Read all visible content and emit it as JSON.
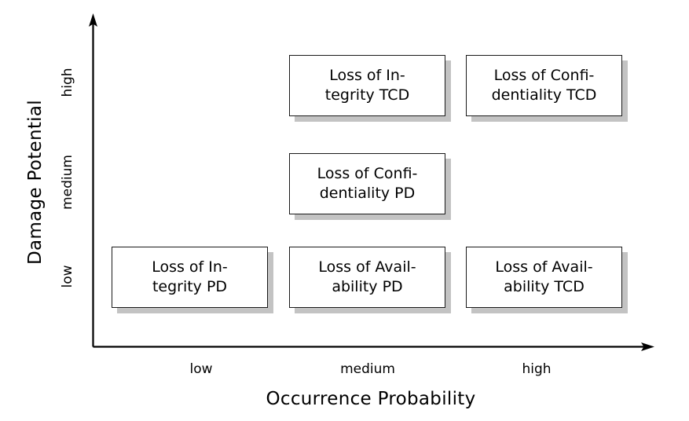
{
  "chart_data": {
    "type": "table",
    "title": "",
    "xlabel": "Occurrence Probability",
    "ylabel": "Damage Potential",
    "categories_x": [
      "low",
      "medium",
      "high"
    ],
    "categories_y": [
      "low",
      "medium",
      "high"
    ],
    "grid": false,
    "legend": "none",
    "cells": [
      {
        "x": "medium",
        "y": "high",
        "label": "Loss of Integrity TCD",
        "line1": "Loss of In-",
        "line2": "tegrity TCD"
      },
      {
        "x": "high",
        "y": "high",
        "label": "Loss of Confidentiality TCD",
        "line1": "Loss of Confi-",
        "line2": "dentiality TCD"
      },
      {
        "x": "medium",
        "y": "medium",
        "label": "Loss of Confidentiality PD",
        "line1": "Loss of Confi-",
        "line2": "dentiality PD"
      },
      {
        "x": "low",
        "y": "low",
        "label": "Loss of Integrity PD",
        "line1": "Loss of In-",
        "line2": "tegrity PD"
      },
      {
        "x": "medium",
        "y": "low",
        "label": "Loss of Availability PD",
        "line1": "Loss of Avail-",
        "line2": "ability PD"
      },
      {
        "x": "high",
        "y": "low",
        "label": "Loss of Availability TCD",
        "line1": "Loss of Avail-",
        "line2": "ability TCD"
      }
    ]
  },
  "axes": {
    "y_title": "Damage Potential",
    "x_title": "Occurrence Probability",
    "y_ticks": {
      "high": "high",
      "medium": "medium",
      "low": "low"
    },
    "x_ticks": {
      "low": "low",
      "medium": "medium",
      "high": "high"
    }
  },
  "colors": {
    "line": "#000000",
    "box_border": "#1a1a1a",
    "box_fill": "#ffffff",
    "box_shadow": "#c3c3c3",
    "background": "#ffffff"
  }
}
